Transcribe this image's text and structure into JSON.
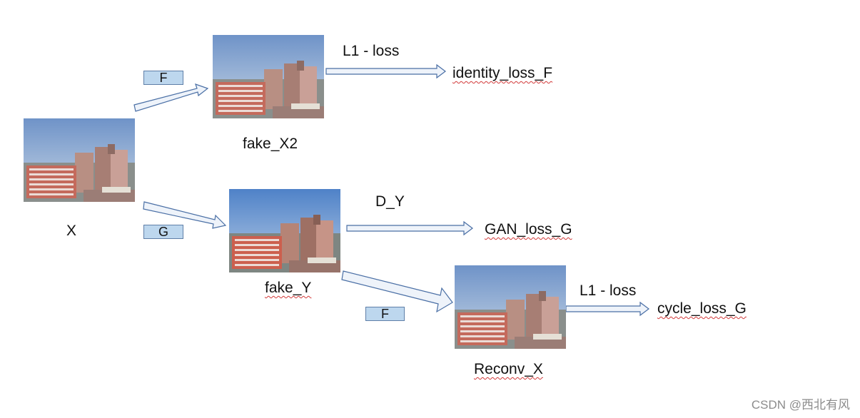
{
  "nodes": {
    "x": "X",
    "fake_x2": "fake_X2",
    "fake_y": "fake_Y",
    "reconv_x": "Reconv_X"
  },
  "generators": {
    "f_top": "F",
    "g": "G",
    "f_bottom": "F"
  },
  "edges": {
    "l1_top": "L1 - loss",
    "d_y": "D_Y",
    "l1_bottom": "L1 - loss"
  },
  "outputs": {
    "identity_loss": "identity_loss_F",
    "gan_loss": "GAN_loss_G",
    "cycle_loss": "cycle_loss_G"
  },
  "watermark": "CSDN @西北有风",
  "colors": {
    "arrow_fill": "#eef3fa",
    "arrow_stroke": "#4a6fa5",
    "tag_fill": "#bdd7ee",
    "spellcheck_underline": "#d23a3a"
  },
  "icons": {
    "photo": "city-buildings-photo"
  }
}
